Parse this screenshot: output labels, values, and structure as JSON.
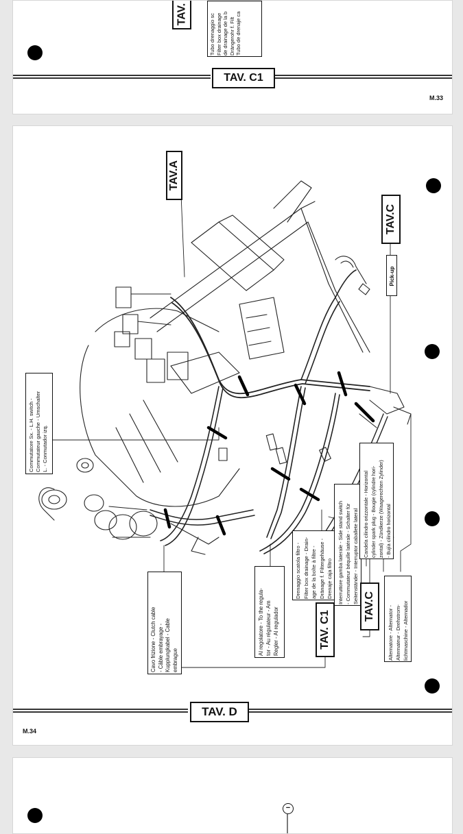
{
  "top_page": {
    "tav_a_partial": "TAV.",
    "filter_lines": [
      "Tubo drenaggio sc",
      "Filter box drainage",
      "de drainage de la b",
      "Drängerohr f. Filt",
      "Tubo de drenaje ca"
    ],
    "tav_label": "TAV. C1",
    "page_number": "M.33"
  },
  "main_page": {
    "tav_a": "TAV.A",
    "tav_c_right": "TAV.C",
    "pickup": "Pick-up",
    "left_switch": [
      "Commutatore Sx. - L.H. switch -",
      "Commutateur gauche - Umschalter",
      "L. - Conmutador izq."
    ],
    "clutch": [
      "Cavo frizione - Clutch cable",
      "- Câble embrayage -",
      "Kupplungkabel - Cable",
      "embrague"
    ],
    "regulator": [
      "Al regolatore - To the regula-",
      "tor - Au régulateur - Am",
      "Regler - Al regulador"
    ],
    "tav_c1": "TAV. C1",
    "filter_drain": [
      "Drenaggio scatola filtro -",
      "Filter box drainage - Drain-",
      "age de la boîte à filtre -",
      "Dränage f. Filtergehäuse -",
      "Drenaje caja filtro"
    ],
    "side_stand": [
      "Interruttore gamba laterale - Side stand switch",
      "- Commutateur béquille latérale - Schalter für",
      "Seitenständer - Interruptor caballete lateral"
    ],
    "tav_c_lower": "TAV.C",
    "spark_plug": [
      "Candela cilindro orizzontale - Horizontal",
      "cylinder spark plug - Bougie (cylindre hori-",
      "zontal) - Zündkerze (Waagerechten Zylinder)",
      "- Bujía cilindro horizontal"
    ],
    "alternator": [
      "Alternatore - Alternator -",
      "Alternateur - Drehstrom-",
      "lichtmaschine - Alternador"
    ],
    "tav_d": "TAV. D",
    "page_number": "M.34"
  },
  "bottom_page": {
    "minus_symbol": "−"
  }
}
